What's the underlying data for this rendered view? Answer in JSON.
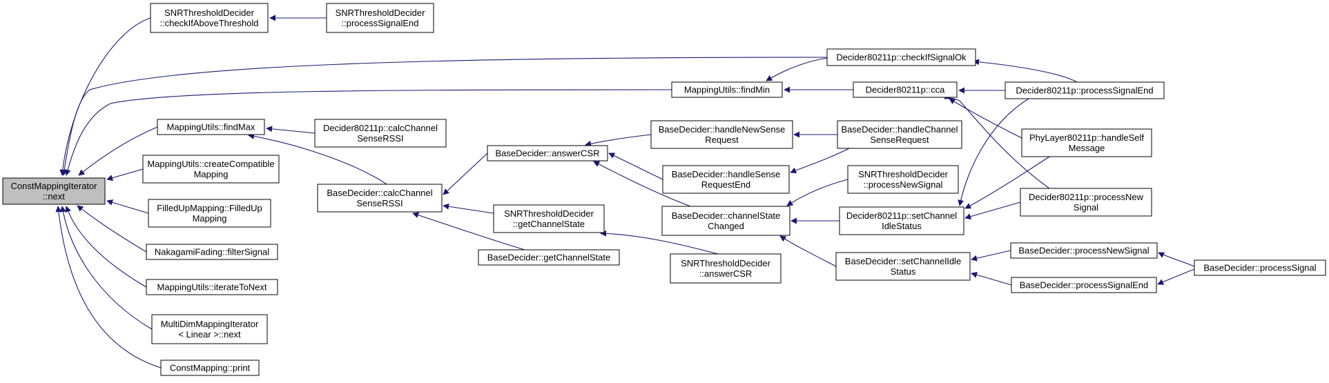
{
  "diagram": {
    "type": "call-graph",
    "nodes": [
      {
        "id": "n0",
        "lines": [
          "ConstMappingIterator",
          "::next"
        ],
        "focus": true
      },
      {
        "id": "n1",
        "lines": [
          "SNRThresholdDecider",
          "::checkIfAboveThreshold"
        ]
      },
      {
        "id": "n2",
        "lines": [
          "SNRThresholdDecider",
          "::processSignalEnd"
        ]
      },
      {
        "id": "n3",
        "lines": [
          "MappingUtils::findMax"
        ]
      },
      {
        "id": "n4",
        "lines": [
          "Decider80211p::calcChannel",
          "SenseRSSI"
        ]
      },
      {
        "id": "n5",
        "lines": [
          "BaseDecider::calcChannel",
          "SenseRSSI"
        ]
      },
      {
        "id": "n6",
        "lines": [
          "MappingUtils::createCompatible",
          "Mapping"
        ]
      },
      {
        "id": "n7",
        "lines": [
          "FilledUpMapping::FilledUp",
          "Mapping"
        ]
      },
      {
        "id": "n8",
        "lines": [
          "NakagamiFading::filterSignal"
        ]
      },
      {
        "id": "n9",
        "lines": [
          "MappingUtils::iterateToNext"
        ]
      },
      {
        "id": "n10",
        "lines": [
          "MultiDimMappingIterator",
          "< Linear >::next"
        ]
      },
      {
        "id": "n11",
        "lines": [
          "ConstMapping::print"
        ]
      },
      {
        "id": "n12",
        "lines": [
          "MappingUtils::findMin"
        ]
      },
      {
        "id": "n13",
        "lines": [
          "Decider80211p::checkIfSignalOk"
        ]
      },
      {
        "id": "n14",
        "lines": [
          "Decider80211p::cca"
        ]
      },
      {
        "id": "n15",
        "lines": [
          "Decider80211p::processSignalEnd"
        ]
      },
      {
        "id": "n16",
        "lines": [
          "BaseDecider::answerCSR"
        ]
      },
      {
        "id": "n17",
        "lines": [
          "SNRThresholdDecider",
          "::getChannelState"
        ]
      },
      {
        "id": "n18",
        "lines": [
          "BaseDecider::getChannelState"
        ]
      },
      {
        "id": "n19",
        "lines": [
          "BaseDecider::handleNewSense",
          "Request"
        ]
      },
      {
        "id": "n20",
        "lines": [
          "BaseDecider::handleChannel",
          "SenseRequest"
        ]
      },
      {
        "id": "n21",
        "lines": [
          "BaseDecider::handleSense",
          "RequestEnd"
        ]
      },
      {
        "id": "n22",
        "lines": [
          "BaseDecider::channelState",
          "Changed"
        ]
      },
      {
        "id": "n23",
        "lines": [
          "SNRThresholdDecider",
          "::answerCSR"
        ]
      },
      {
        "id": "n24",
        "lines": [
          "SNRThresholdDecider",
          "::processNewSignal"
        ]
      },
      {
        "id": "n25",
        "lines": [
          "Decider80211p::setChannel",
          "IdleStatus"
        ]
      },
      {
        "id": "n26",
        "lines": [
          "BaseDecider::setChannelIdle",
          "Status"
        ]
      },
      {
        "id": "n27",
        "lines": [
          "PhyLayer80211p::handleSelf",
          "Message"
        ]
      },
      {
        "id": "n28",
        "lines": [
          "Decider80211p::processNew",
          "Signal"
        ]
      },
      {
        "id": "n29",
        "lines": [
          "BaseDecider::processNewSignal"
        ]
      },
      {
        "id": "n30",
        "lines": [
          "BaseDecider::processSignalEnd"
        ]
      },
      {
        "id": "n31",
        "lines": [
          "BaseDecider::processSignal"
        ]
      }
    ],
    "edges": [
      {
        "from": "n1",
        "to": "n0"
      },
      {
        "from": "n2",
        "to": "n1"
      },
      {
        "from": "n13",
        "to": "n0"
      },
      {
        "from": "n12",
        "to": "n0"
      },
      {
        "from": "n3",
        "to": "n0"
      },
      {
        "from": "n6",
        "to": "n0"
      },
      {
        "from": "n7",
        "to": "n0"
      },
      {
        "from": "n8",
        "to": "n0"
      },
      {
        "from": "n9",
        "to": "n0"
      },
      {
        "from": "n10",
        "to": "n0"
      },
      {
        "from": "n11",
        "to": "n0"
      },
      {
        "from": "n4",
        "to": "n3"
      },
      {
        "from": "n5",
        "to": "n3"
      },
      {
        "from": "n13",
        "to": "n12"
      },
      {
        "from": "n14",
        "to": "n12"
      },
      {
        "from": "n15",
        "to": "n13"
      },
      {
        "from": "n15",
        "to": "n14"
      },
      {
        "from": "n27",
        "to": "n14"
      },
      {
        "from": "n28",
        "to": "n14"
      },
      {
        "from": "n16",
        "to": "n5"
      },
      {
        "from": "n17",
        "to": "n5"
      },
      {
        "from": "n18",
        "to": "n5"
      },
      {
        "from": "n19",
        "to": "n16"
      },
      {
        "from": "n21",
        "to": "n16"
      },
      {
        "from": "n22",
        "to": "n16"
      },
      {
        "from": "n20",
        "to": "n19"
      },
      {
        "from": "n20",
        "to": "n21"
      },
      {
        "from": "n23",
        "to": "n17"
      },
      {
        "from": "n24",
        "to": "n22"
      },
      {
        "from": "n25",
        "to": "n22"
      },
      {
        "from": "n26",
        "to": "n22"
      },
      {
        "from": "n15",
        "to": "n25"
      },
      {
        "from": "n27",
        "to": "n25"
      },
      {
        "from": "n28",
        "to": "n25"
      },
      {
        "from": "n29",
        "to": "n26"
      },
      {
        "from": "n30",
        "to": "n26"
      },
      {
        "from": "n31",
        "to": "n29"
      },
      {
        "from": "n31",
        "to": "n30"
      }
    ]
  }
}
